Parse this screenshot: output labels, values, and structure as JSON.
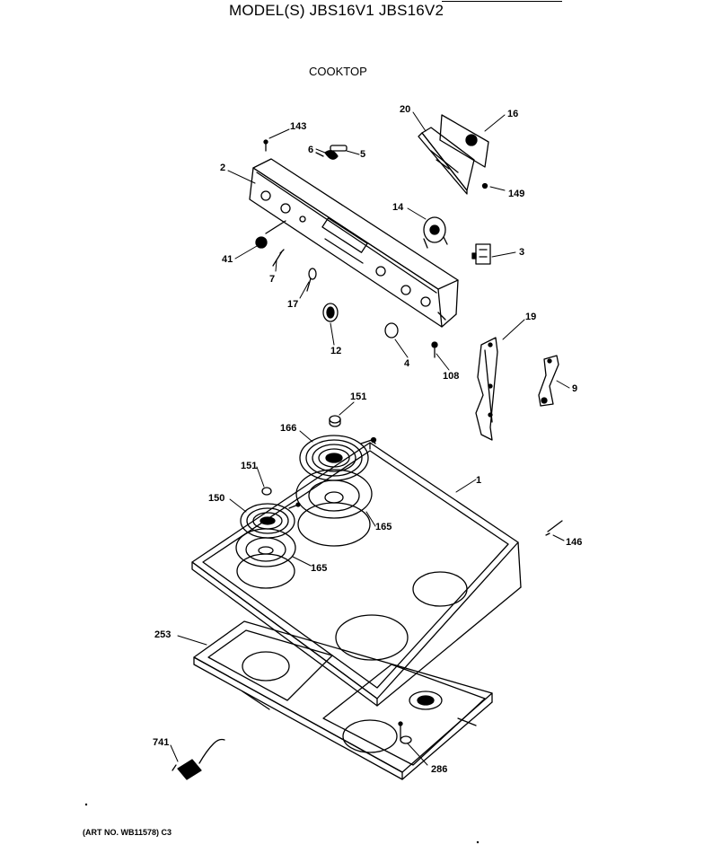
{
  "header": {
    "model_title": "MODEL(S) JBS16V1  JBS16V2",
    "section_title": "COOKTOP"
  },
  "footer": {
    "art_no": "(ART NO. WB11578) C3"
  },
  "callouts": {
    "c143": "143",
    "c6": "6",
    "c5": "5",
    "c2": "2",
    "c20": "20",
    "c16": "16",
    "c149": "149",
    "c14": "14",
    "c3": "3",
    "c41": "41",
    "c7": "7",
    "c17": "17",
    "c12": "12",
    "c4": "4",
    "c108": "108",
    "c19": "19",
    "c9": "9",
    "c151a": "151",
    "c166": "166",
    "c151b": "151",
    "c150": "150",
    "c165a": "165",
    "c165b": "165",
    "c1": "1",
    "c146": "146",
    "c253": "253",
    "c741": "741",
    "c286": "286"
  }
}
